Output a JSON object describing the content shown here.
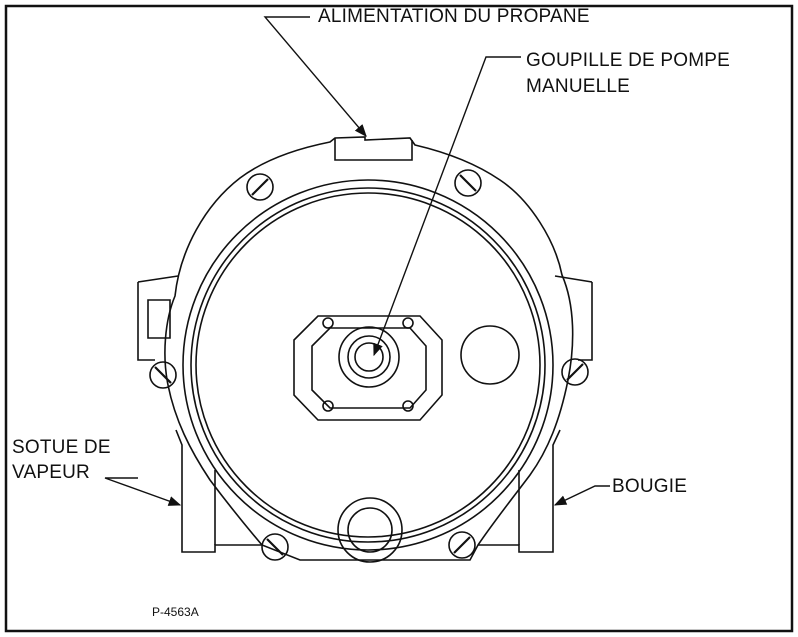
{
  "labels": {
    "propane": "ALIMENTATION   DU   PROPANE",
    "pin_line1": "GOUPILLE   DE   POMPE",
    "pin_line2": "MANUELLE",
    "vapor_line1": "SOTUE   DE",
    "vapor_line2": "VAPEUR",
    "spark": "BOUGIE"
  },
  "figure_code": "P-4563A",
  "colors": {
    "ink": "#111111",
    "paper": "#ffffff"
  }
}
